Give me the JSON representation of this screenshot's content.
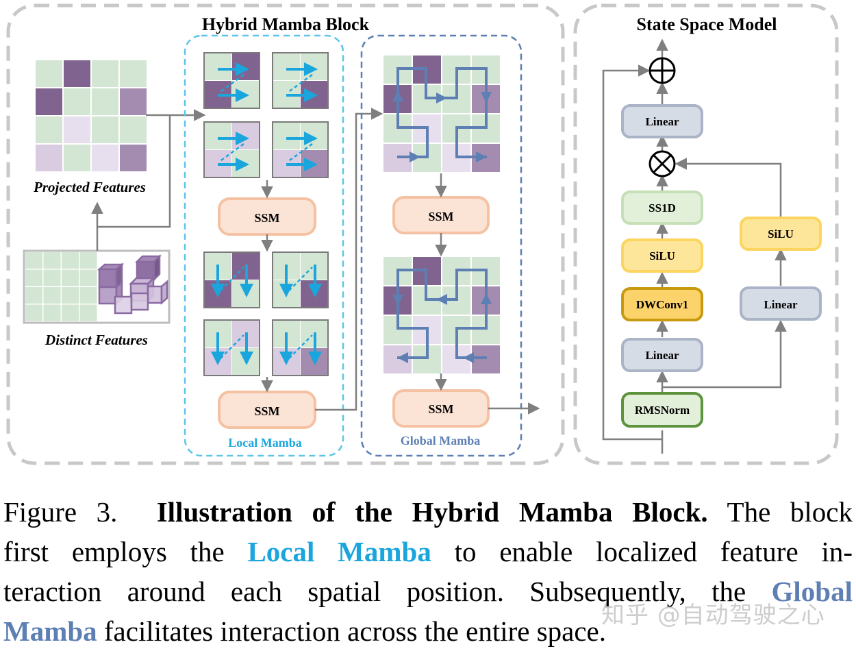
{
  "figure": {
    "hybrid_block_title": "Hybrid Mamba Block",
    "ssm_title": "State Space Model",
    "projected_features_label": "Projected Features",
    "distinct_features_label": "Distinct Features",
    "local_mamba_label": "Local Mamba",
    "global_mamba_label": "Global Mamba",
    "ssm_box_label": "SSM",
    "ssm_nodes": {
      "linear_top": "Linear",
      "ss1d": "SS1D",
      "silu_left": "SiLU",
      "dwconv": "DWConv1",
      "linear_left": "Linear",
      "rmsnorm": "RMSNorm",
      "silu_right": "SiLU",
      "linear_right": "Linear",
      "add_symbol": "⊕",
      "mul_symbol": "⊗"
    },
    "colors": {
      "local_accent": "#1aa6dc",
      "global_accent": "#5d7fb3",
      "ssm_box_fill": "#fbe3d5",
      "ssm_box_stroke": "#f4c2a3",
      "cell_green": "#d3e5d3",
      "cell_dark_purple": "#80648f",
      "cell_mid_purple": "#a48bb0",
      "cell_light_purple": "#d9cbe0",
      "cell_pale_purple": "#e7deee",
      "arrow_gray": "#7f7f7f",
      "outer_dash": "#c8c8c8",
      "linear_fill": "#d6dce6",
      "linear_stroke": "#aab4c6",
      "ss1d_fill": "#e2efd9",
      "ss1d_stroke": "#c5dfb7",
      "silu_fill": "#fde59a",
      "silu_stroke": "#fbd55f",
      "dwconv_fill": "#fcd36a",
      "dwconv_stroke": "#c79a10",
      "rmsnorm_fill": "#e2efd9",
      "rmsnorm_stroke": "#5e933e"
    },
    "projected_grid": [
      [
        "green",
        "dark",
        "green",
        "green"
      ],
      [
        "dark",
        "green",
        "green",
        "mid"
      ],
      [
        "green",
        "pale",
        "green",
        "green"
      ],
      [
        "light",
        "green",
        "pale",
        "mid"
      ]
    ],
    "local_patches": [
      [
        "green",
        "dark",
        "dark",
        "green"
      ],
      [
        "green",
        "green",
        "green",
        "dark"
      ],
      [
        "green",
        "light",
        "light",
        "green"
      ],
      [
        "green",
        "green",
        "light",
        "mid"
      ]
    ]
  },
  "caption": {
    "figure_number": "Figure 3.",
    "title": "Illustration of the Hybrid Mamba Block.",
    "line1_tail": "The block",
    "line2_a": "first employs the",
    "line2_local": "Local Mamba",
    "line2_b": "to enable localized feature in-",
    "line3_a": "teraction around each spatial position.  Subsequently, the",
    "line3_global": "Global",
    "line4_global": "Mamba",
    "line4_b": "facilitates interaction across the entire space."
  },
  "watermark": "知乎 @自动驾驶之心"
}
